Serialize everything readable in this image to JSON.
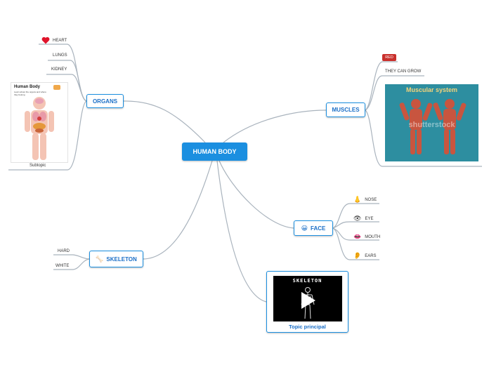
{
  "central": {
    "label": "HUMAN BODY"
  },
  "organs": {
    "label": "ORGANS",
    "children": [
      {
        "label": "HEART",
        "icon": "heart-icon"
      },
      {
        "label": "LUNGS"
      },
      {
        "label": "KIDNEY"
      },
      {
        "label": "Subtopic"
      }
    ],
    "poster": {
      "title": "Human Body",
      "subtitle": "Learn about the organs and where they belong"
    }
  },
  "muscles": {
    "label": "MUSCLES",
    "children": [
      {
        "label": "RED",
        "color": "#c9302c"
      },
      {
        "label": "THEY CAN GROW"
      }
    ],
    "poster": {
      "title": "Muscular system",
      "watermark": "shutterstock"
    }
  },
  "face": {
    "label": "FACE",
    "icon": "smile-icon",
    "children": [
      {
        "label": "NOSE",
        "icon": "nose-icon"
      },
      {
        "label": "EYE",
        "icon": "eye-icon"
      },
      {
        "label": "MOUTH",
        "icon": "mouth-icon"
      },
      {
        "label": "EARS",
        "icon": "ear-icon"
      }
    ]
  },
  "skeleton": {
    "label": "SKELETON",
    "icon": "bone-icon",
    "children": [
      {
        "label": "HARD"
      },
      {
        "label": "WHITE"
      }
    ]
  },
  "video": {
    "label": "Topic principal",
    "thumbnail_title": "SKELETON",
    "icon": "play-icon"
  },
  "colors": {
    "accent": "#1b8fe0",
    "connector": "#a9b3bd",
    "video_bg": "#000000"
  }
}
